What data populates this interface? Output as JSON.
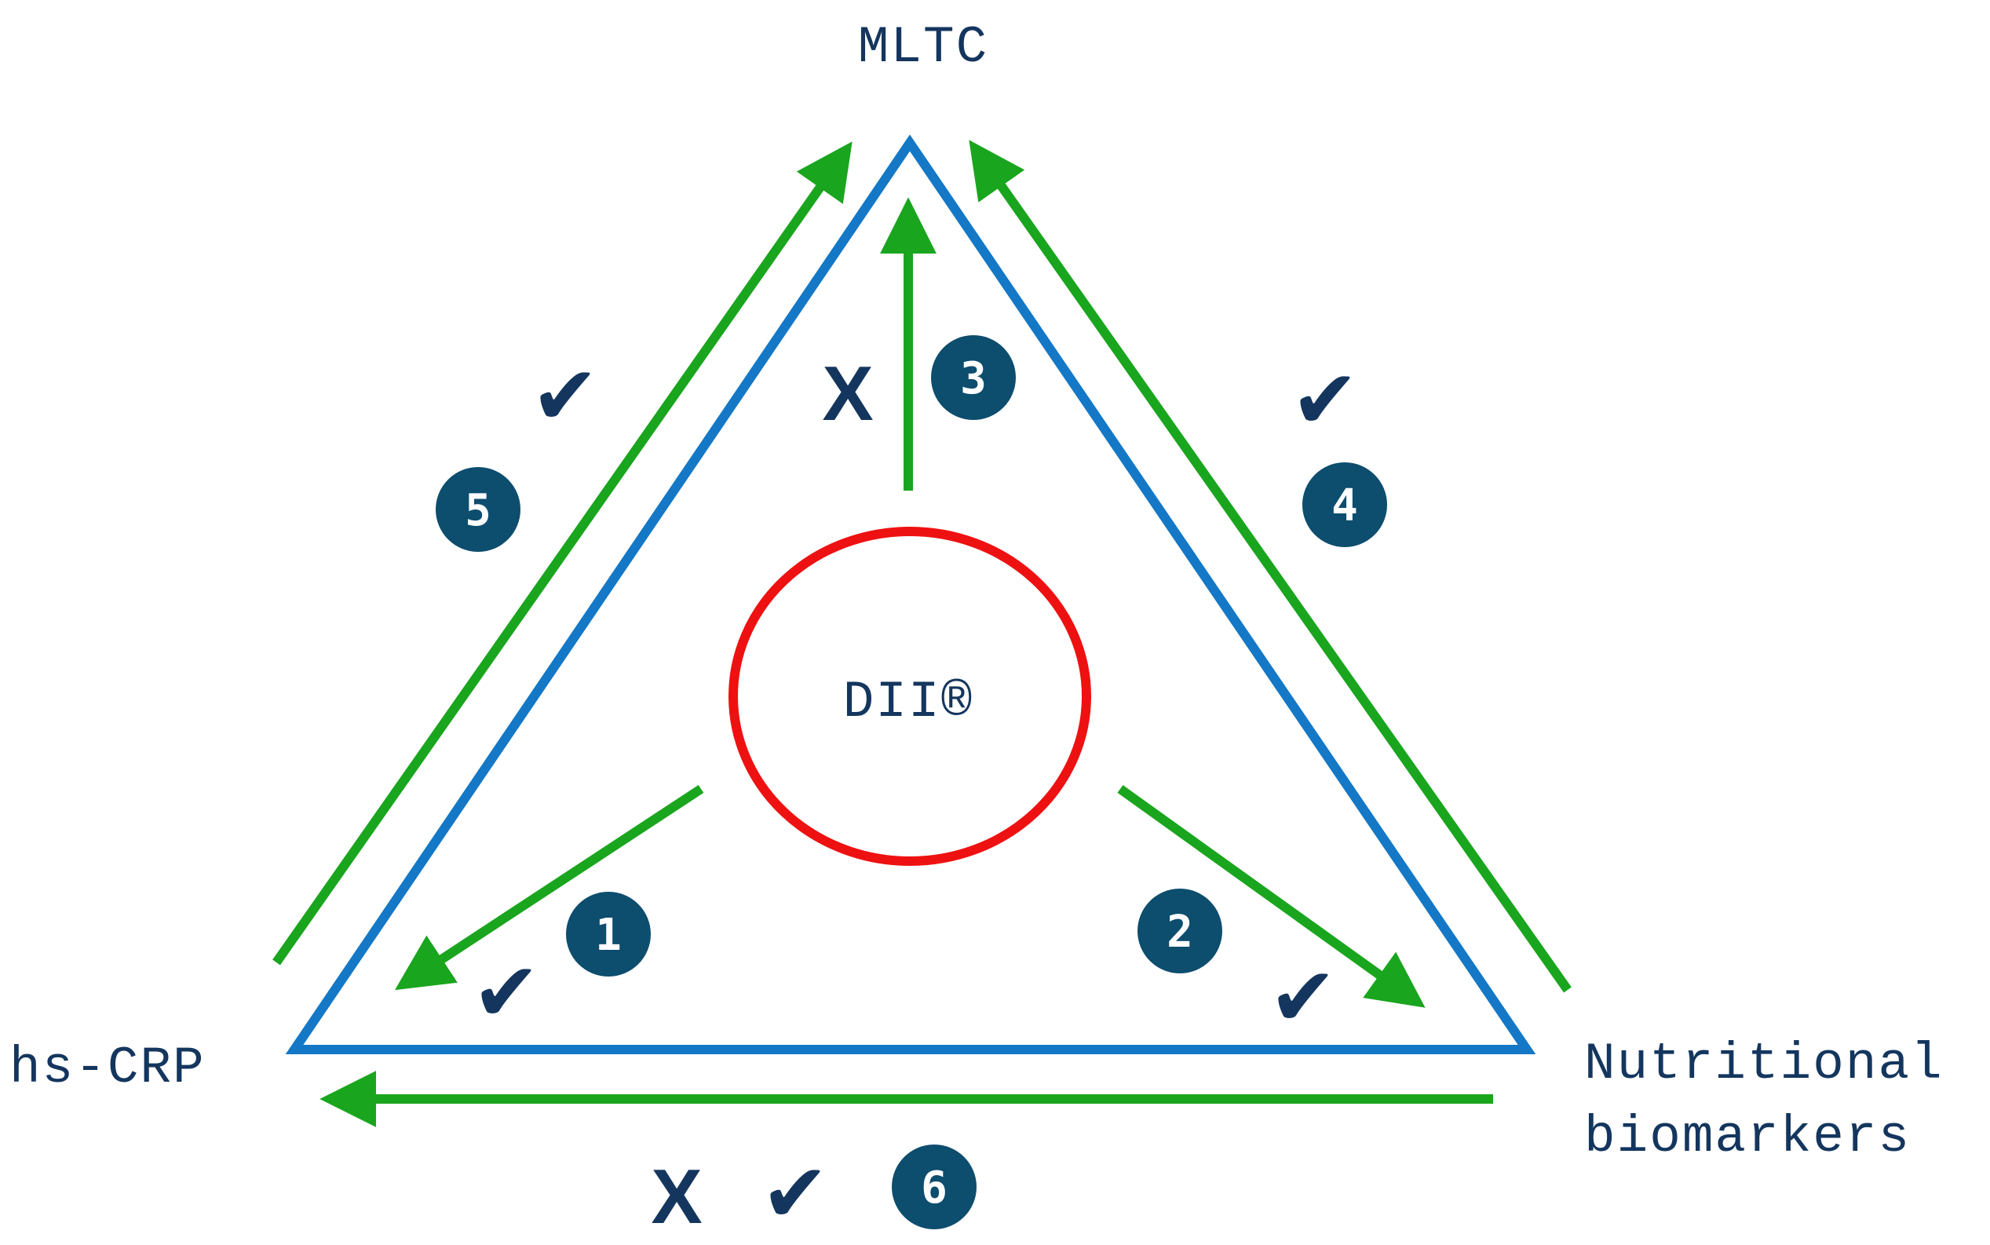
{
  "colors": {
    "triangle": "#1478c6",
    "arrow": "#1aa51e",
    "circle": "#ee1111",
    "text": "#14365e",
    "badge": "#0d4d6e",
    "badge_text": "#ffffff"
  },
  "nodes": {
    "top": "MLTC",
    "left": "hs-CRP",
    "right_line1": "Nutritional",
    "right_line2": "biomarkers",
    "center": "DII®"
  },
  "badges": {
    "b1": "1",
    "b2": "2",
    "b3": "3",
    "b4": "4",
    "b5": "5",
    "b6": "6"
  },
  "marks": {
    "x": "X",
    "check": "✔"
  },
  "icons": {
    "check": "checkmark-icon",
    "x": "cross-icon"
  }
}
